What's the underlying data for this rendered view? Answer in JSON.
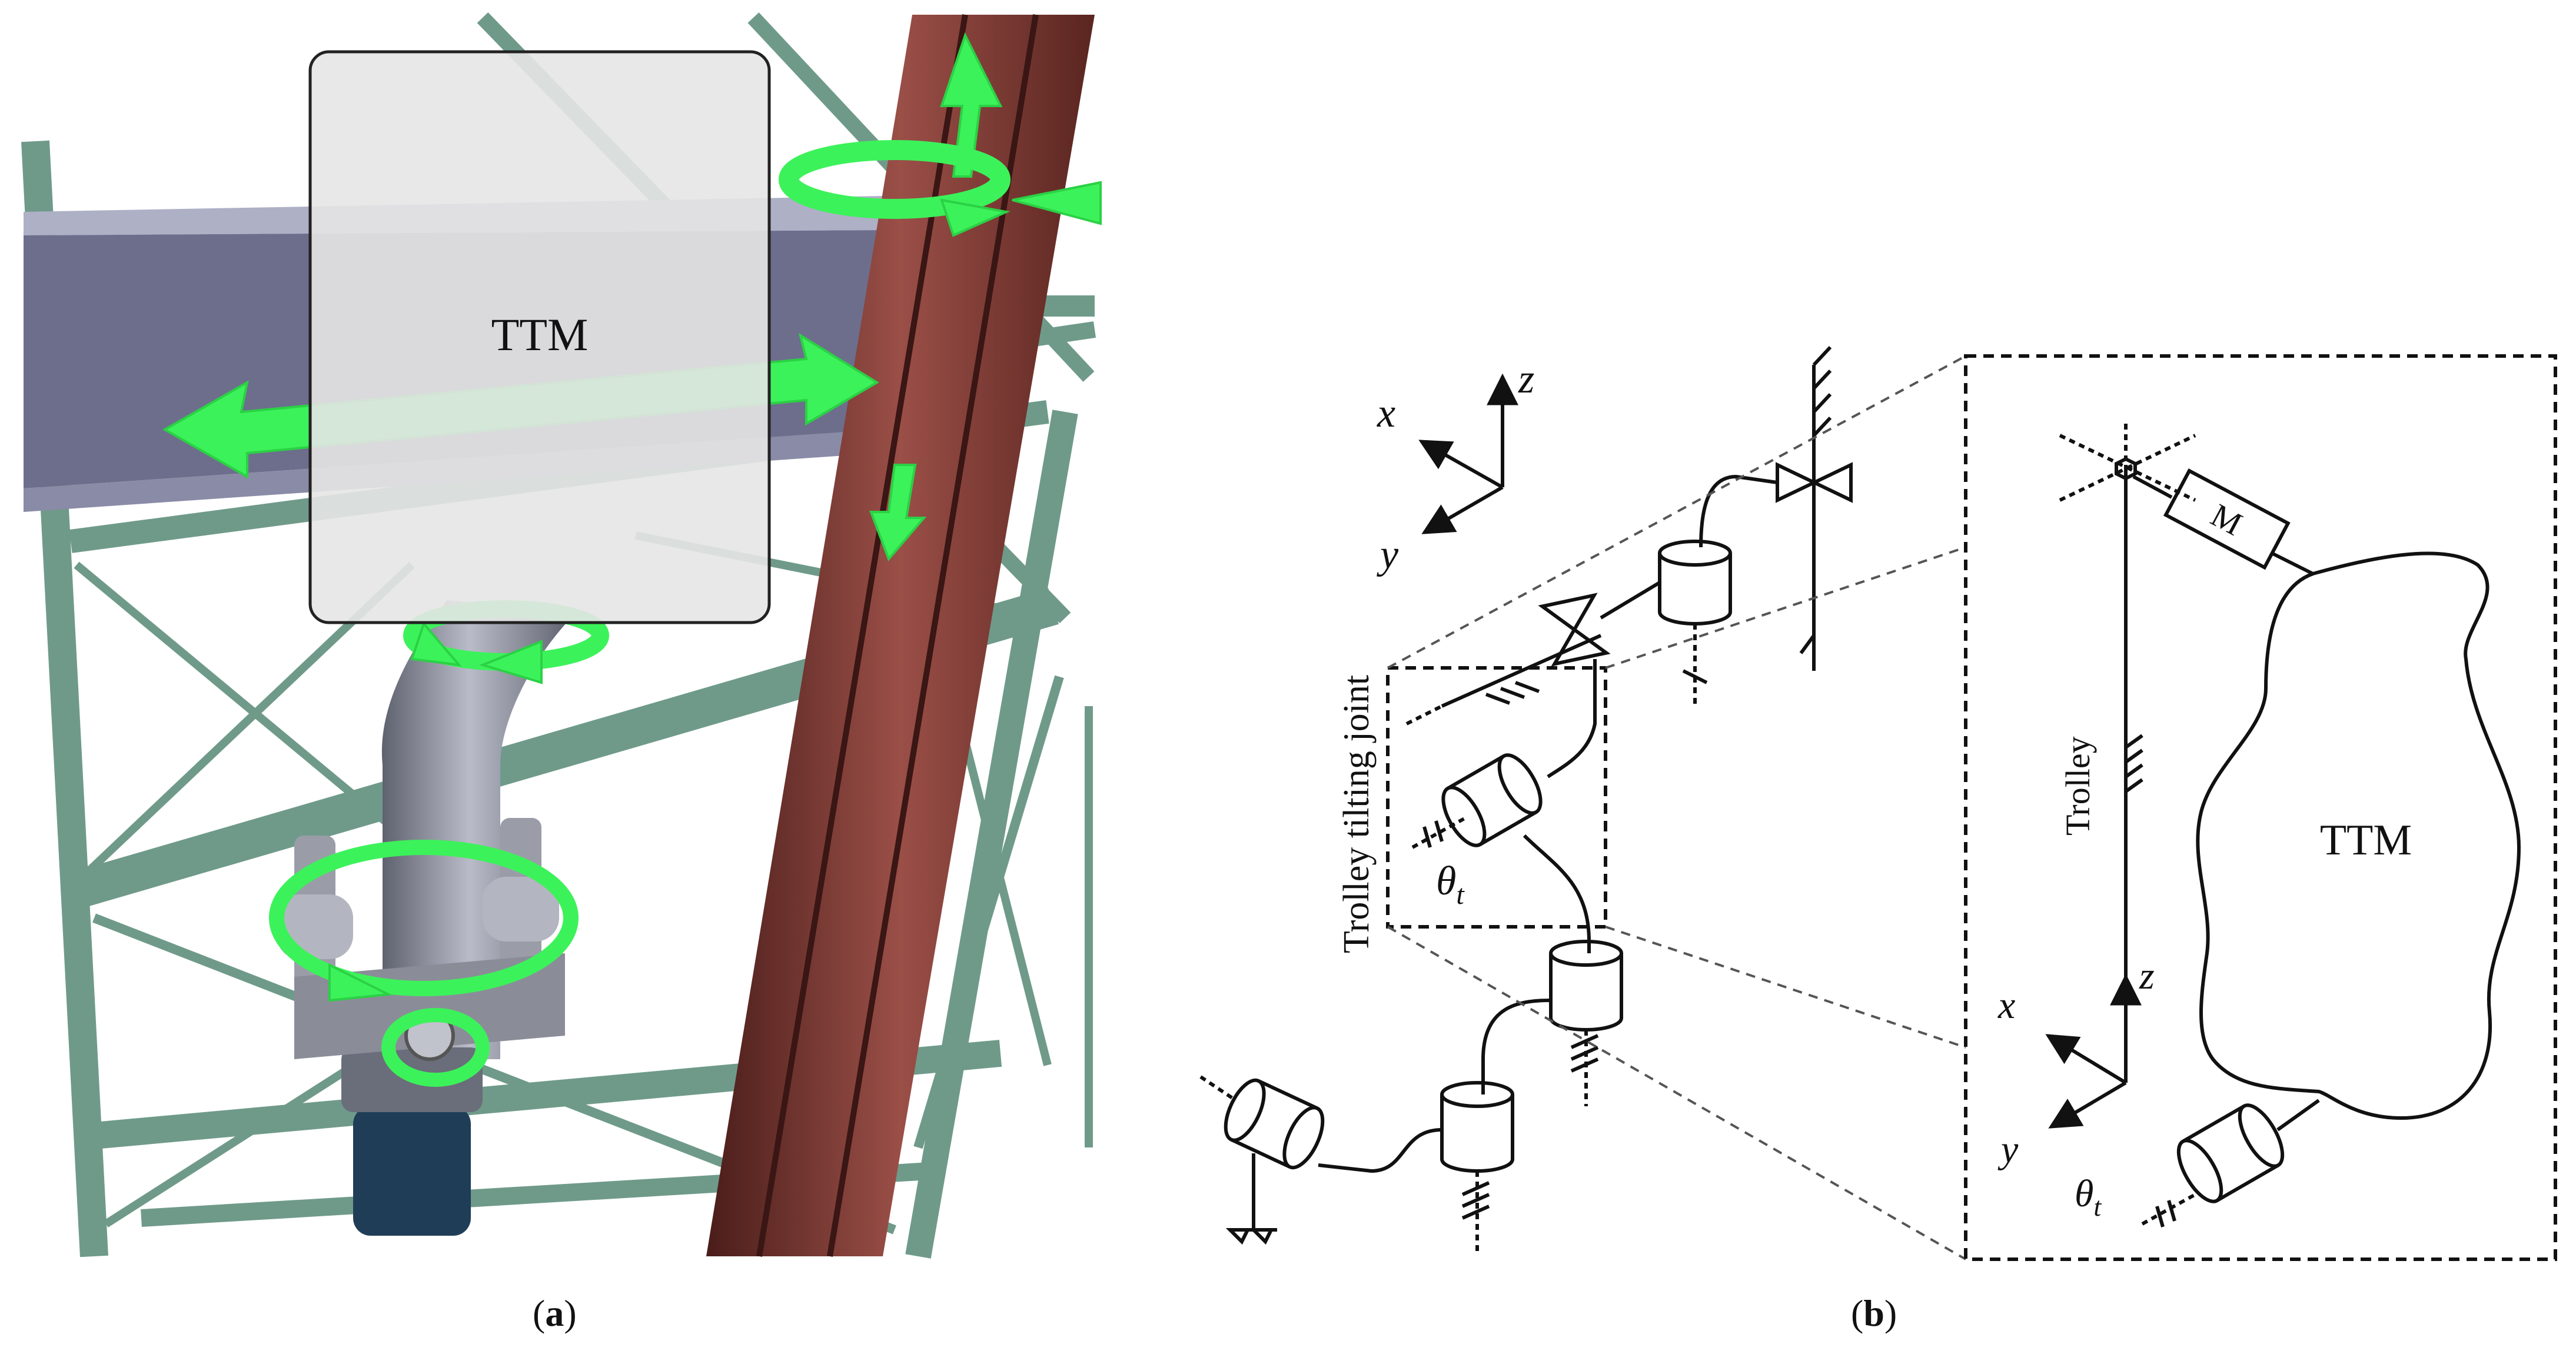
{
  "panel_a": {
    "label": "TTM",
    "caption_left": "(",
    "caption_letter": "a",
    "caption_right": ")",
    "colors": {
      "arrow": "#3cf25a",
      "beam": "#6d6e8c",
      "truss": "#6f9a8a",
      "rail": "#7a3a34",
      "pipe": "#8c8f9c",
      "overlay": "#e6e6e6"
    }
  },
  "panel_b": {
    "axes_top": {
      "x": "x",
      "y": "y",
      "z": "z"
    },
    "trolley_tilting_joint": "Trolley tilting joint",
    "theta_left": "θ",
    "theta_sub": "t",
    "inset": {
      "motor": "M",
      "trolley": "Trolley",
      "ttm": "TTM",
      "axis_x": "x",
      "axis_y": "y",
      "axis_z": "z",
      "theta": "θ",
      "theta_sub": "t"
    },
    "caption_left": "(",
    "caption_letter": "b",
    "caption_right": ")"
  }
}
